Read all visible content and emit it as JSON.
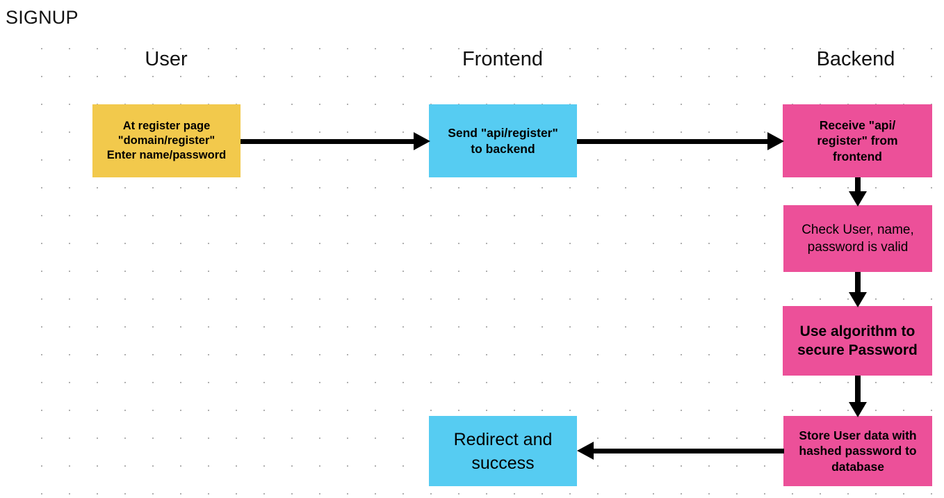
{
  "diagram": {
    "title": "SIGNUP",
    "columns": [
      {
        "id": "user",
        "label": "User"
      },
      {
        "id": "frontend",
        "label": "Frontend"
      },
      {
        "id": "backend",
        "label": "Backend"
      }
    ],
    "colors": {
      "user_node": "#F2C94C",
      "frontend_node": "#56CCF2",
      "backend_node": "#EC5099",
      "arrow": "#000000",
      "background": "#FFFFFF",
      "grid_dot": "#B0B0B0",
      "text": "#000000"
    },
    "nodes": [
      {
        "id": "user-register",
        "column": "user",
        "color": "#F2C94C",
        "lines": [
          "At register page",
          "\"domain/register\"",
          "Enter name/password"
        ],
        "text": "At register page\n\"domain/register\"\nEnter name/password"
      },
      {
        "id": "send-api",
        "column": "frontend",
        "color": "#56CCF2",
        "lines": [
          "Send \"api/register\"",
          "to backend"
        ],
        "text": "Send \"api/register\"\nto backend"
      },
      {
        "id": "receive-api",
        "column": "backend",
        "color": "#EC5099",
        "lines": [
          "Receive \"api/",
          "register\" from",
          "frontend"
        ],
        "text": "Receive \"api/register\" from frontend"
      },
      {
        "id": "check-user",
        "column": "backend",
        "color": "#EC5099",
        "lines": [
          "Check User, name,",
          "password is valid"
        ],
        "text": "Check User, name, password is valid"
      },
      {
        "id": "use-algorithm",
        "column": "backend",
        "color": "#EC5099",
        "lines": [
          "Use algorithm to",
          "secure Password"
        ],
        "text": "Use algorithm to secure Password"
      },
      {
        "id": "store-user",
        "column": "backend",
        "color": "#EC5099",
        "lines": [
          "Store User data with",
          "hashed password to",
          "database"
        ],
        "text": "Store User data with hashed password to database"
      },
      {
        "id": "redirect-success",
        "column": "frontend",
        "color": "#56CCF2",
        "lines": [
          "Redirect and",
          "success"
        ],
        "text": "Redirect and success"
      }
    ],
    "edges": [
      {
        "id": "user-to-frontend",
        "from": "user-register",
        "to": "send-api",
        "direction": "right"
      },
      {
        "id": "frontend-to-backend",
        "from": "send-api",
        "to": "receive-api",
        "direction": "right"
      },
      {
        "id": "receive-to-check",
        "from": "receive-api",
        "to": "check-user",
        "direction": "down"
      },
      {
        "id": "check-to-algorithm",
        "from": "check-user",
        "to": "use-algorithm",
        "direction": "down"
      },
      {
        "id": "algorithm-to-store",
        "from": "use-algorithm",
        "to": "store-user",
        "direction": "down"
      },
      {
        "id": "store-to-redirect",
        "from": "store-user",
        "to": "redirect-success",
        "direction": "left"
      }
    ]
  }
}
